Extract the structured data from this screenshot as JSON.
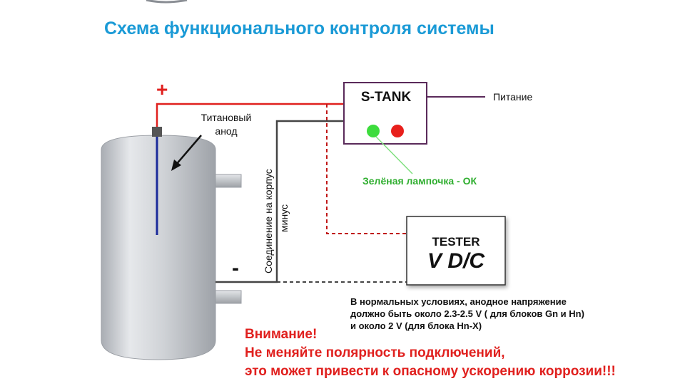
{
  "title": "Схема функционального контроля системы",
  "anode_label": [
    "Титановый",
    "анод"
  ],
  "plus_symbol": "+",
  "minus_symbol": "-",
  "stank_label": "S-TANK",
  "power_label": "Питание",
  "green_lamp_label": "Зелёная лампочка - ОК",
  "body_connection_label": "Соединение на корпус",
  "minus_label": "минус",
  "tester_label": "TESTER",
  "tester_unit": "V D/C",
  "note_lines": [
    "В нормальных условиях, анодное напряжение",
    "должно быть около 2.3-2.5 V ( для блоков Gn и Hn)",
    "и около 2 V (для блока Hn-X)"
  ],
  "warning_lines": [
    "Внимание!",
    "Не меняйте полярность подключений,",
    "это может привести к опасному ускорению коррозии!!!"
  ],
  "colors": {
    "title": "#1a9ad6",
    "positive_wire": "#e0201e",
    "power_wire": "#5a2a5a",
    "green_lamp": "#3ddc3d",
    "red_lamp": "#e8201c",
    "anode": "#1a2a9a",
    "warning": "#e0201e",
    "ok_text": "#2fae2f"
  },
  "icons": [
    "water-heater-tank-icon",
    "stank-unit-icon",
    "tester-meter-icon"
  ]
}
